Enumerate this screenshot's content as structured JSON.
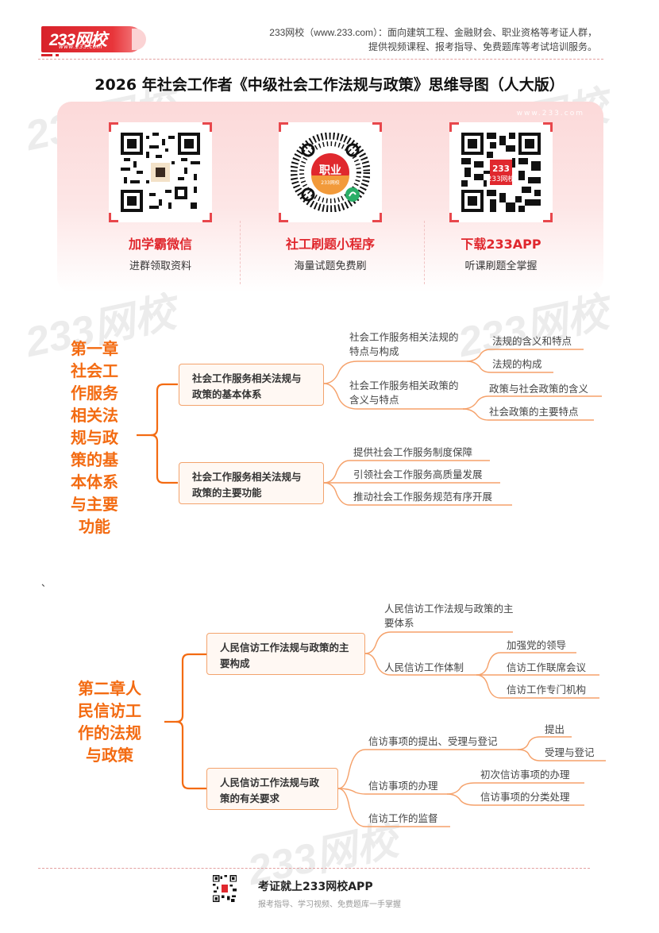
{
  "header": {
    "logo_text": "233网校",
    "logo_url": "www.233.com",
    "tagline_line1": "233网校（www.233.com）：面向建筑工程、金融财会、职业资格等考证人群，",
    "tagline_line2": "提供视频课程、报考指导、免费题库等考试培训服务。"
  },
  "page_title": "2026 年社会工作者《中级社会工作法规与政策》思维导图（人大版）",
  "banner": {
    "url_watermark": "www.233.com",
    "promos": [
      {
        "icon": "wechat-qr-code",
        "title": "加学霸微信",
        "subtitle": "进群领取资料"
      },
      {
        "icon": "mini-program-qr-code",
        "center_label": "职业",
        "center_sub": "233网校",
        "title": "社工刷题小程序",
        "subtitle": "海量试题免费刷"
      },
      {
        "icon": "app-download-qr-code",
        "center_label": "233网校",
        "title": "下载233APP",
        "subtitle": "听课刷题全掌握"
      }
    ]
  },
  "mindmap1": {
    "root": "第一章社会工作服务相关法规与政策的基本体系与主要功能",
    "root_lines": [
      "第一章",
      "社会工",
      "作服务",
      "相关法",
      "规与政",
      "策的基",
      "本体系",
      "与主要",
      "功能"
    ],
    "branches": [
      {
        "label": "社会工作服务相关法规与政策的基本体系",
        "children": [
          {
            "label": "社会工作服务相关法规的特点与构成",
            "children": [
              "法规的含义和特点",
              "法规的构成"
            ]
          },
          {
            "label": "社会工作服务相关政策的含义与特点",
            "children": [
              "政策与社会政策的含义",
              "社会政策的主要特点"
            ]
          }
        ]
      },
      {
        "label": "社会工作服务相关法规与政策的主要功能",
        "children": [
          {
            "label": "提供社会工作服务制度保障"
          },
          {
            "label": "引领社会工作服务高质量发展"
          },
          {
            "label": "推动社会工作服务规范有序开展"
          }
        ]
      }
    ]
  },
  "stray_mark": "、",
  "mindmap2": {
    "root": "第二章人民信访工作的法规与政策",
    "root_lines": [
      "第二章人",
      "民信访工",
      "作的法规",
      "与政策"
    ],
    "branches": [
      {
        "label": "人民信访工作法规与政策的主要构成",
        "children": [
          {
            "label": "人民信访工作法规与政策的主要体系",
            "children": []
          },
          {
            "label": "人民信访工作体制",
            "children": [
              "加强党的领导",
              "信访工作联席会议",
              "信访工作专门机构"
            ]
          }
        ]
      },
      {
        "label": "人民信访工作法规与政策的有关要求",
        "children": [
          {
            "label": "信访事项的提出、受理与登记",
            "children": [
              "提出",
              "受理与登记"
            ]
          },
          {
            "label": "信访事项的办理",
            "children": [
              "初次信访事项的办理",
              "信访事项的分类处理"
            ]
          },
          {
            "label": "信访工作的监督",
            "children": []
          }
        ]
      }
    ]
  },
  "footer": {
    "title": "考证就上233网校APP",
    "subtitle": "报考指导、学习视频、免费题库一手掌握"
  },
  "colors": {
    "brand_red": "#e0282e",
    "mindmap_orange": "#f36b12",
    "node_border": "#f3a36d",
    "node_fill": "#fff8f3",
    "line_orange": "#f5a16a"
  }
}
